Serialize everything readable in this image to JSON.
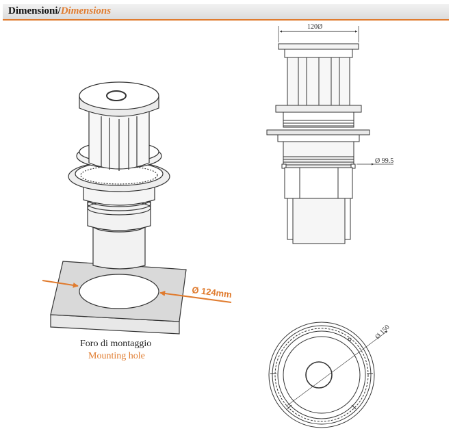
{
  "header": {
    "title_it": "Dimensioni/",
    "title_en": "Dimensions"
  },
  "perspective": {
    "diameter_label": "Ø 124mm",
    "caption_it": "Foro di montaggio",
    "caption_en": "Mounting hole"
  },
  "side_view": {
    "top_width": "120Ø",
    "body_diameter": "Ø 99.5"
  },
  "top_view": {
    "outer_diameter": "Ø 150"
  },
  "colors": {
    "accent": "#e07b2e",
    "line": "#333333"
  }
}
